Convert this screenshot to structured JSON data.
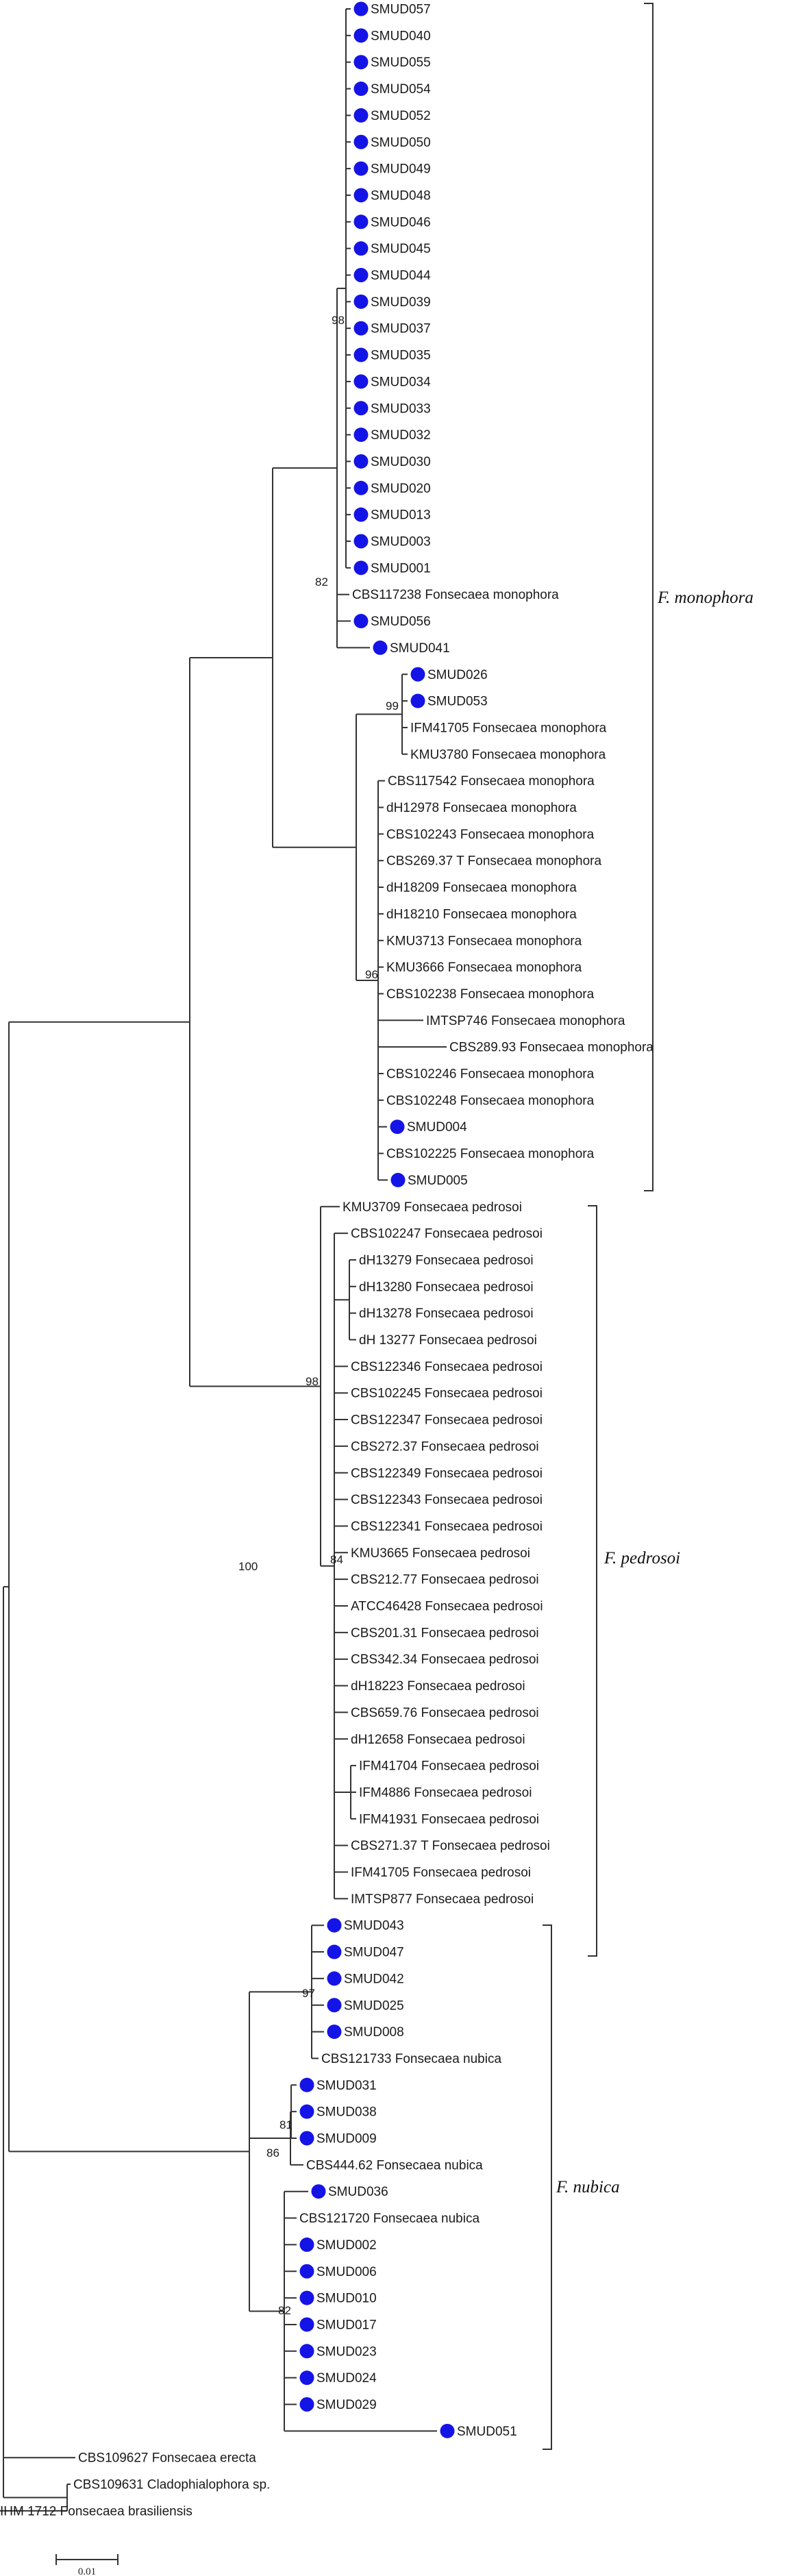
{
  "colors": {
    "marker": "#1414e6",
    "branch": "#333333"
  },
  "clades": [
    {
      "name": "F. monophora"
    },
    {
      "name": "F. pedrosoi"
    },
    {
      "name": "F. nubica"
    }
  ],
  "bootstrap": [
    "98",
    "82",
    "99",
    "96",
    "98",
    "84",
    "100",
    "97",
    "81",
    "86",
    "82"
  ],
  "scale_bar": {
    "label": "0.01"
  },
  "taxa": [
    {
      "label": "SMUD057",
      "marker": true
    },
    {
      "label": "SMUD040",
      "marker": true
    },
    {
      "label": "SMUD055",
      "marker": true
    },
    {
      "label": "SMUD054",
      "marker": true
    },
    {
      "label": "SMUD052",
      "marker": true
    },
    {
      "label": "SMUD050",
      "marker": true
    },
    {
      "label": "SMUD049",
      "marker": true
    },
    {
      "label": "SMUD048",
      "marker": true
    },
    {
      "label": "SMUD046",
      "marker": true
    },
    {
      "label": "SMUD045",
      "marker": true
    },
    {
      "label": "SMUD044",
      "marker": true
    },
    {
      "label": "SMUD039",
      "marker": true
    },
    {
      "label": "SMUD037",
      "marker": true
    },
    {
      "label": "SMUD035",
      "marker": true
    },
    {
      "label": "SMUD034",
      "marker": true
    },
    {
      "label": "SMUD033",
      "marker": true
    },
    {
      "label": "SMUD032",
      "marker": true
    },
    {
      "label": "SMUD030",
      "marker": true
    },
    {
      "label": "SMUD020",
      "marker": true
    },
    {
      "label": "SMUD013",
      "marker": true
    },
    {
      "label": "SMUD003",
      "marker": true
    },
    {
      "label": "SMUD001",
      "marker": true
    },
    {
      "label": "CBS117238 Fonsecaea monophora",
      "marker": false
    },
    {
      "label": "SMUD056",
      "marker": true
    },
    {
      "label": "SMUD041",
      "marker": true
    },
    {
      "label": "SMUD026",
      "marker": true
    },
    {
      "label": "SMUD053",
      "marker": true
    },
    {
      "label": "IFM41705 Fonsecaea monophora",
      "marker": false
    },
    {
      "label": "KMU3780 Fonsecaea monophora",
      "marker": false
    },
    {
      "label": "CBS117542 Fonsecaea monophora",
      "marker": false
    },
    {
      "label": "dH12978 Fonsecaea monophora",
      "marker": false
    },
    {
      "label": "CBS102243 Fonsecaea monophora",
      "marker": false
    },
    {
      "label": "CBS269.37 T Fonsecaea monophora",
      "marker": false
    },
    {
      "label": "dH18209 Fonsecaea monophora",
      "marker": false
    },
    {
      "label": "dH18210 Fonsecaea monophora",
      "marker": false
    },
    {
      "label": "KMU3713 Fonsecaea monophora",
      "marker": false
    },
    {
      "label": "KMU3666 Fonsecaea monophora",
      "marker": false
    },
    {
      "label": "CBS102238 Fonsecaea monophora",
      "marker": false
    },
    {
      "label": "IMTSP746 Fonsecaea monophora",
      "marker": false
    },
    {
      "label": "CBS289.93 Fonsecaea monophora",
      "marker": false
    },
    {
      "label": "CBS102246 Fonsecaea monophora",
      "marker": false
    },
    {
      "label": "CBS102248 Fonsecaea monophora",
      "marker": false
    },
    {
      "label": "SMUD004",
      "marker": true
    },
    {
      "label": "CBS102225 Fonsecaea monophora",
      "marker": false
    },
    {
      "label": "SMUD005",
      "marker": true
    },
    {
      "label": "KMU3709 Fonsecaea pedrosoi",
      "marker": false
    },
    {
      "label": "CBS102247 Fonsecaea pedrosoi",
      "marker": false
    },
    {
      "label": "dH13279 Fonsecaea pedrosoi",
      "marker": false
    },
    {
      "label": "dH13280 Fonsecaea pedrosoi",
      "marker": false
    },
    {
      "label": "dH13278 Fonsecaea pedrosoi",
      "marker": false
    },
    {
      "label": "dH 13277 Fonsecaea pedrosoi",
      "marker": false
    },
    {
      "label": "CBS122346 Fonsecaea pedrosoi",
      "marker": false
    },
    {
      "label": "CBS102245 Fonsecaea pedrosoi",
      "marker": false
    },
    {
      "label": "CBS122347 Fonsecaea pedrosoi",
      "marker": false
    },
    {
      "label": "CBS272.37 Fonsecaea pedrosoi",
      "marker": false
    },
    {
      "label": "CBS122349 Fonsecaea pedrosoi",
      "marker": false
    },
    {
      "label": "CBS122343 Fonsecaea pedrosoi",
      "marker": false
    },
    {
      "label": "CBS122341 Fonsecaea pedrosoi",
      "marker": false
    },
    {
      "label": "KMU3665 Fonsecaea pedrosoi",
      "marker": false
    },
    {
      "label": "CBS212.77 Fonsecaea pedrosoi",
      "marker": false
    },
    {
      "label": "ATCC46428 Fonsecaea pedrosoi",
      "marker": false
    },
    {
      "label": "CBS201.31 Fonsecaea pedrosoi",
      "marker": false
    },
    {
      "label": "CBS342.34 Fonsecaea pedrosoi",
      "marker": false
    },
    {
      "label": "dH18223 Fonsecaea pedrosoi",
      "marker": false
    },
    {
      "label": "CBS659.76 Fonsecaea pedrosoi",
      "marker": false
    },
    {
      "label": "dH12658 Fonsecaea pedrosoi",
      "marker": false
    },
    {
      "label": "IFM41704 Fonsecaea pedrosoi",
      "marker": false
    },
    {
      "label": "IFM4886 Fonsecaea pedrosoi",
      "marker": false
    },
    {
      "label": "IFM41931 Fonsecaea pedrosoi",
      "marker": false
    },
    {
      "label": "CBS271.37 T Fonsecaea pedrosoi",
      "marker": false
    },
    {
      "label": "IFM41705 Fonsecaea pedrosoi",
      "marker": false
    },
    {
      "label": "IMTSP877 Fonsecaea pedrosoi",
      "marker": false
    },
    {
      "label": "SMUD043",
      "marker": true
    },
    {
      "label": "SMUD047",
      "marker": true
    },
    {
      "label": "SMUD042",
      "marker": true
    },
    {
      "label": "SMUD025",
      "marker": true
    },
    {
      "label": "SMUD008",
      "marker": true
    },
    {
      "label": "CBS121733 Fonsecaea nubica",
      "marker": false
    },
    {
      "label": "SMUD031",
      "marker": true
    },
    {
      "label": "SMUD038",
      "marker": true
    },
    {
      "label": "SMUD009",
      "marker": true
    },
    {
      "label": "CBS444.62 Fonsecaea nubica",
      "marker": false
    },
    {
      "label": "SMUD036",
      "marker": true
    },
    {
      "label": "CBS121720 Fonsecaea nubica",
      "marker": false
    },
    {
      "label": "SMUD002",
      "marker": true
    },
    {
      "label": "SMUD006",
      "marker": true
    },
    {
      "label": "SMUD010",
      "marker": true
    },
    {
      "label": "SMUD017",
      "marker": true
    },
    {
      "label": "SMUD023",
      "marker": true
    },
    {
      "label": "SMUD024",
      "marker": true
    },
    {
      "label": "SMUD029",
      "marker": true
    },
    {
      "label": "SMUD051",
      "marker": true
    },
    {
      "label": "CBS109627 Fonsecaea erecta",
      "marker": false
    },
    {
      "label": "CBS109631 Cladophialophora sp.",
      "marker": false
    },
    {
      "label": "IHM 1712 Fonsecaea brasiliensis",
      "marker": false
    }
  ]
}
